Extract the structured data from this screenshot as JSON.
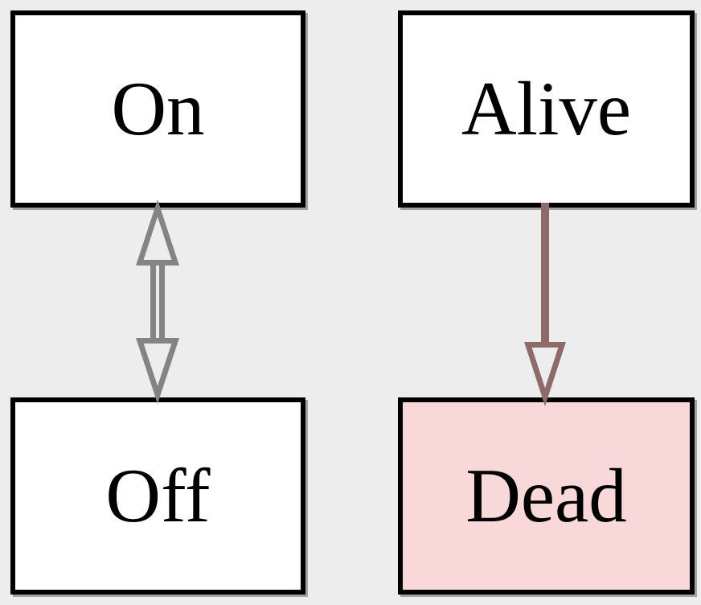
{
  "diagram": {
    "background_color": "#ededed",
    "nodes": [
      {
        "id": "on",
        "label": "On",
        "fill": "#ffffff",
        "border_color": "#000000"
      },
      {
        "id": "alive",
        "label": "Alive",
        "fill": "#ffffff",
        "border_color": "#000000"
      },
      {
        "id": "off",
        "label": "Off",
        "fill": "#ffffff",
        "border_color": "#000000"
      },
      {
        "id": "dead",
        "label": "Dead",
        "fill": "#f8d8d8",
        "border_color": "#000000"
      }
    ],
    "edges": [
      {
        "id": "on-off",
        "from": "On",
        "to": "Off",
        "direction": "bidirectional",
        "color": "#848484",
        "shaft_style": "double-line",
        "arrowhead_style": "hollow-triangle"
      },
      {
        "id": "alive-dead",
        "from": "Alive",
        "to": "Dead",
        "direction": "forward",
        "color": "#8e6b6a",
        "shaft_style": "solid",
        "arrowhead_style": "hollow-triangle"
      }
    ]
  }
}
